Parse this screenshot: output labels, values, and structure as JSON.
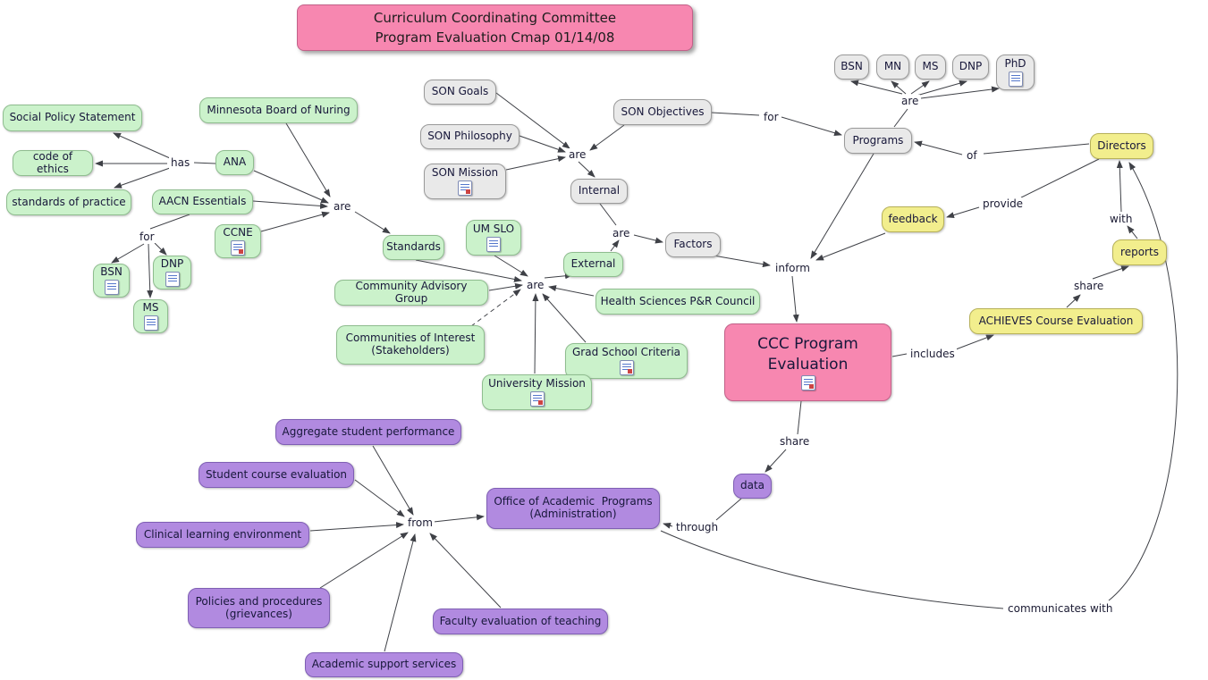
{
  "title": "Curriculum Coordinating Committee\nProgram Evaluation Cmap 01/14/08",
  "palette": {
    "pink": "#f787b0",
    "green": "#cbf2cb",
    "gray": "#e9e9e9",
    "yellow": "#f2ee8d",
    "purple": "#b18ae0",
    "line": "#3f4147",
    "background": "#ffffff"
  },
  "nodes": {
    "social_policy": "Social Policy Statement",
    "code_of_ethics": "code of ethics",
    "standards_of_practice": "standards of practice",
    "mn_board": "Minnesota Board of Nuring",
    "ana": "ANA",
    "aacn": "AACN Essentials",
    "ccne": "CCNE",
    "bsn_left": "BSN",
    "dnp_left": "DNP",
    "ms_left": "MS",
    "standards": "Standards",
    "um_slo": "UM SLO",
    "external": "External",
    "community_advisory": "Community Advisory Group",
    "communities_interest": "Communities of Interest\n(Stakeholders)",
    "health_sciences": "Health Sciences P&R Council",
    "grad_school": "Grad School Criteria",
    "university_mission": "University Mission",
    "son_goals": "SON Goals",
    "son_philosophy": "SON Philosophy",
    "son_mission": "SON Mission",
    "son_objectives": "SON Objectives",
    "internal": "Internal",
    "factors": "Factors",
    "programs": "Programs",
    "bsn_top": "BSN",
    "mn_top": "MN",
    "ms_top": "MS",
    "dnp_top": "DNP",
    "phd_top": "PhD",
    "directors": "Directors",
    "feedback": "feedback",
    "reports": "reports",
    "achieves": "ACHIEVES Course Evaluation",
    "ccc": "CCC Program\nEvaluation",
    "aggregate": "Aggregate student performance",
    "student_course": "Student course evaluation",
    "clinical": "Clinical learning environment",
    "policies": "Policies and procedures\n(grievances)",
    "academic_support": "Academic support services",
    "faculty_eval": "Faculty evaluation of teaching",
    "office": "Office of Academic  Programs\n(Administration)",
    "data": "data"
  },
  "links": {
    "has": "has",
    "are_standards": "are",
    "for_aacn": "for",
    "are_internal": "are",
    "for_programs": "for",
    "are_programs": "are",
    "of": "of",
    "are_factors": "are",
    "are_external": "are",
    "provide": "provide",
    "with": "with",
    "share_reports": "share",
    "inform": "inform",
    "includes": "includes",
    "share_data": "share",
    "through": "through",
    "from": "from",
    "communicates_with": "communicates with"
  },
  "icons": {
    "resource": "attached-resource-icon"
  },
  "connections": [
    "ANA → has → Social Policy Statement",
    "ANA → has → code of ethics",
    "ANA → has → standards of practice",
    "Minnesota Board of Nuring → are → Standards",
    "ANA → are → Standards",
    "AACN Essentials → are → Standards",
    "CCNE → are → Standards",
    "AACN Essentials → for → BSN",
    "AACN Essentials → for → DNP",
    "AACN Essentials → for → MS",
    "SON Goals → are → Internal",
    "SON Philosophy → are → Internal",
    "SON Mission → are → Internal",
    "SON Objectives → are → Internal",
    "SON Objectives → for → Programs",
    "Programs → are → BSN",
    "Programs → are → MN",
    "Programs → are → MS",
    "Programs → are → DNP",
    "Programs → are → PhD",
    "Directors → of → Programs",
    "Directors → provide → feedback",
    "feedback → inform → CCC Program Evaluation",
    "Programs → inform → CCC Program Evaluation",
    "Factors → inform → CCC Program Evaluation",
    "Internal → are → Factors",
    "External → are → Factors",
    "Standards → are → External",
    "UM SLO → are → External",
    "Community Advisory Group → are → External",
    "Communities of Interest (Stakeholders) → are → External",
    "University Mission → are → External",
    "Grad School Criteria → are → External",
    "Health Sciences P&R Council → are → External",
    "CCC Program Evaluation → includes → ACHIEVES Course Evaluation",
    "ACHIEVES Course Evaluation → share → reports",
    "reports → with → Directors",
    "CCC Program Evaluation → share → data",
    "data → through → Office of Academic Programs (Administration)",
    "Aggregate student performance → from → Office of Academic Programs",
    "Student course evaluation → from → Office of Academic Programs",
    "Clinical learning environment → from → Office of Academic Programs",
    "Policies and procedures (grievances) → from → Office of Academic Programs",
    "Academic support services → from → Office of Academic Programs",
    "Faculty evaluation of teaching → from → Office of Academic Programs",
    "Office of Academic Programs (Administration) → communicates with → Directors"
  ]
}
